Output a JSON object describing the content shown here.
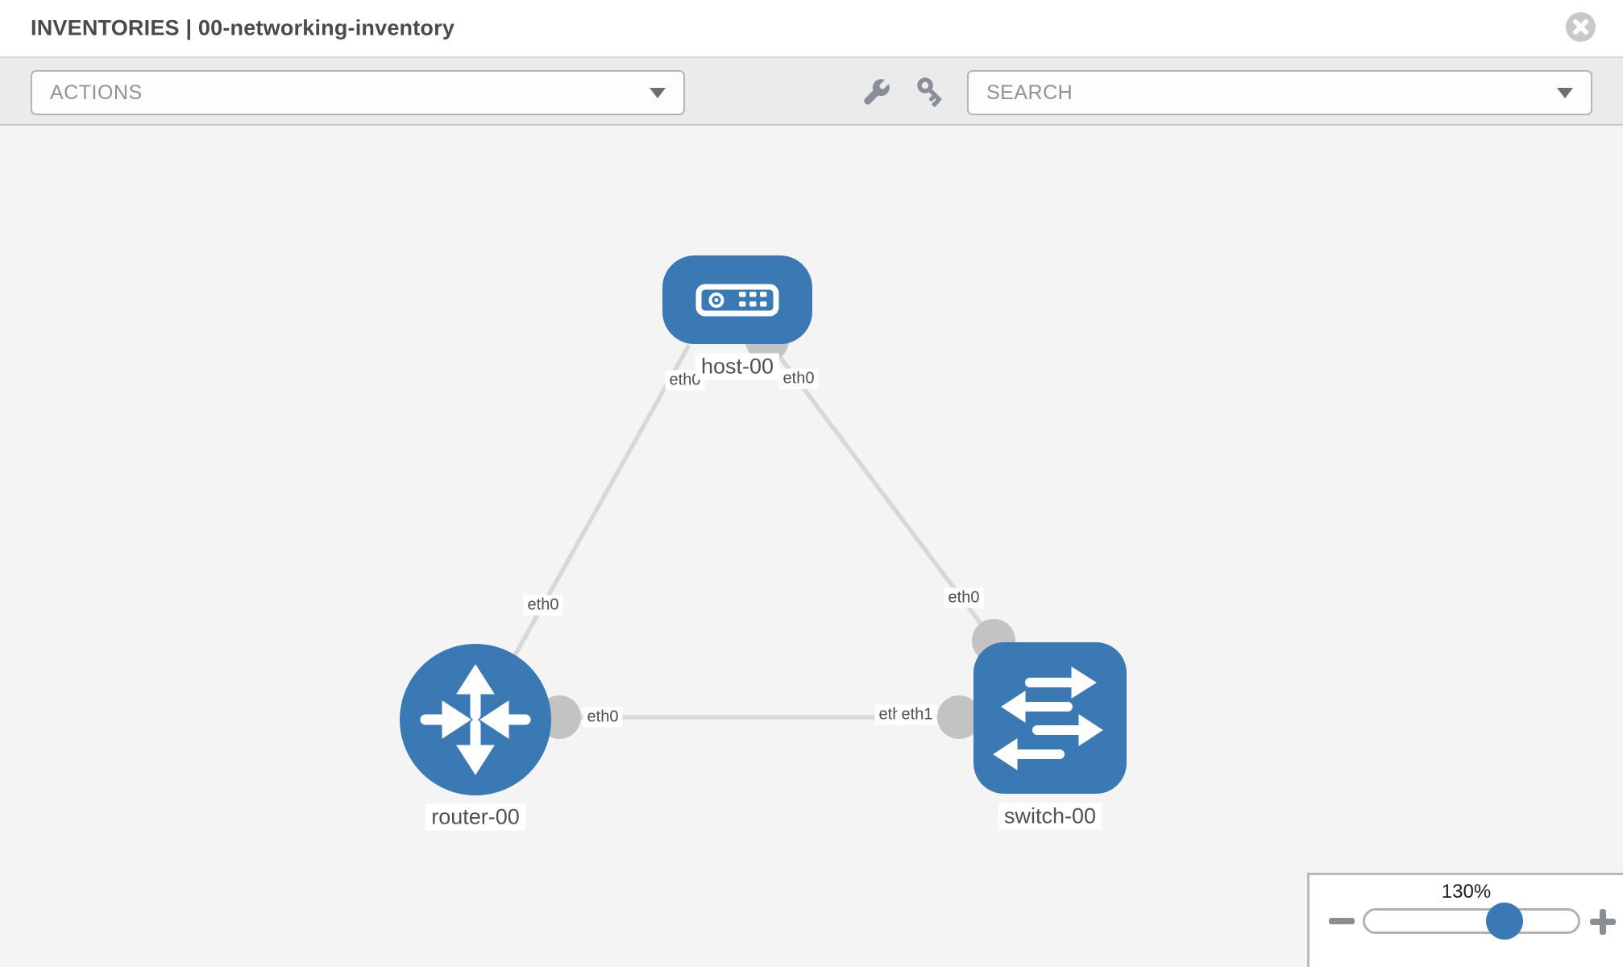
{
  "header": {
    "title": "INVENTORIES | 00-networking-inventory"
  },
  "toolbar": {
    "actions_label": "ACTIONS",
    "search_label": "SEARCH"
  },
  "icons": {
    "wrench": "wrench-icon",
    "key": "key-icon",
    "close": "close-circle-icon",
    "dropdown_caret": "chevron-down-icon",
    "zoom_out": "minus-icon",
    "zoom_in": "plus-icon"
  },
  "colors": {
    "node_blue": "#3b79b5",
    "interface_gray": "#c3c3c3",
    "edge_gray": "#d8d8d8",
    "canvas_bg": "#f4f4f4",
    "toolbar_bg": "#ebebeb"
  },
  "topology": {
    "nodes": [
      {
        "name": "host-00",
        "type": "host"
      },
      {
        "name": "router-00",
        "type": "router"
      },
      {
        "name": "switch-00",
        "type": "switch"
      }
    ],
    "links": [
      {
        "source": "host-00",
        "source_interface": "eth0",
        "target": "router-00",
        "target_interface": "eth0"
      },
      {
        "source": "host-00",
        "source_interface": "eth0",
        "target": "switch-00",
        "target_interface": "eth0"
      },
      {
        "source": "router-00",
        "source_interface": "eth0",
        "target": "switch-00",
        "target_interface": "eth1"
      }
    ],
    "labels": {
      "host": "host-00",
      "router": "router-00",
      "switch": "switch-00",
      "host_left_if": "eth0",
      "host_right_if": "eth0",
      "router_top_if": "eth0",
      "switch_top_if": "eth0",
      "router_right_if": "eth0",
      "switch_left_if_back": "eth0",
      "switch_left_if_front": "eth1"
    }
  },
  "zoom_control": {
    "value": "130%"
  }
}
